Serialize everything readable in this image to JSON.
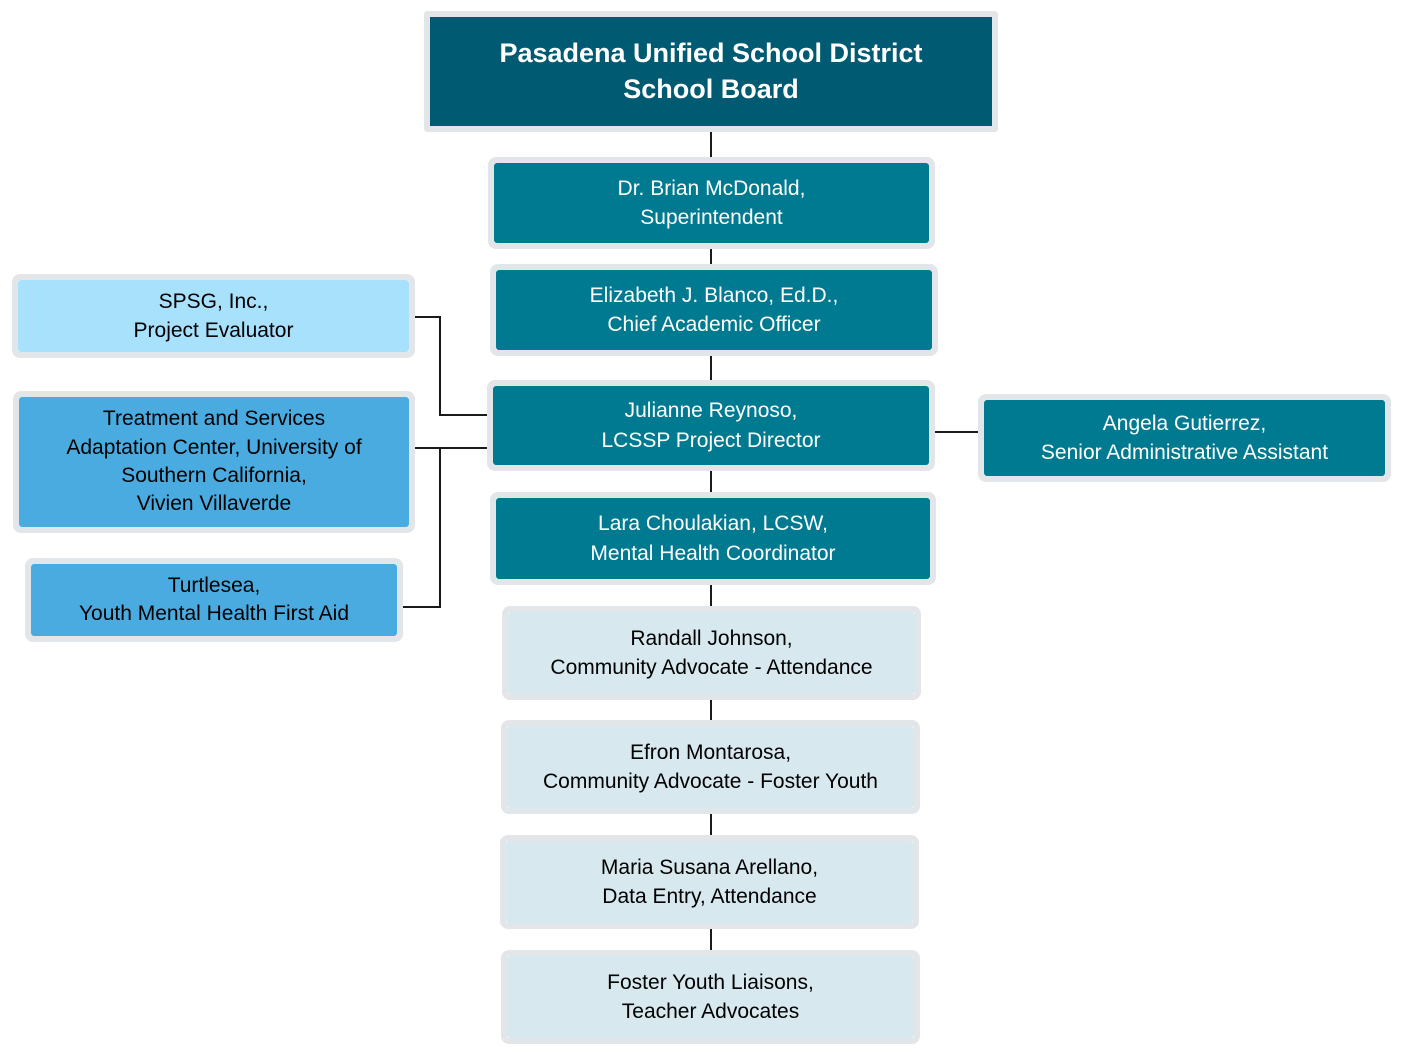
{
  "nodes": {
    "board": [
      "Pasadena Unified School District",
      "School Board"
    ],
    "superintendent": [
      "Dr. Brian McDonald,",
      "Superintendent"
    ],
    "chief_academic": [
      "Elizabeth J. Blanco, Ed.D.,",
      "Chief Academic Officer"
    ],
    "project_director": [
      "Julianne Reynoso,",
      "LCSSP Project Director"
    ],
    "mental_health": [
      "Lara Choulakian, LCSW,",
      "Mental Health Coordinator"
    ],
    "randall": [
      "Randall Johnson,",
      "Community Advocate - Attendance"
    ],
    "efron": [
      "Efron Montarosa,",
      "Community Advocate - Foster Youth"
    ],
    "maria": [
      "Maria Susana Arellano,",
      "Data Entry, Attendance"
    ],
    "foster_liaisons": [
      "Foster Youth Liaisons,",
      "Teacher Advocates"
    ],
    "spsg": [
      "SPSG, Inc.,",
      "Project Evaluator"
    ],
    "usc": [
      "Treatment and Services",
      "Adaptation Center, University of",
      "Southern California,",
      "Vivien Villaverde"
    ],
    "turtlesea": [
      "Turtlesea,",
      "Youth Mental Health First Aid"
    ],
    "angela": [
      "Angela Gutierrez,",
      "Senior Administrative Assistant"
    ]
  },
  "colors": {
    "board_fill": "#005a72",
    "staff_fill": "#007a90",
    "evaluator_fill": "#a8e1fb",
    "partner_fill": "#4aabe0",
    "advocate_fill": "#d7e8ef",
    "border": "#e3e6e8",
    "connector": "#1a1a1a"
  }
}
